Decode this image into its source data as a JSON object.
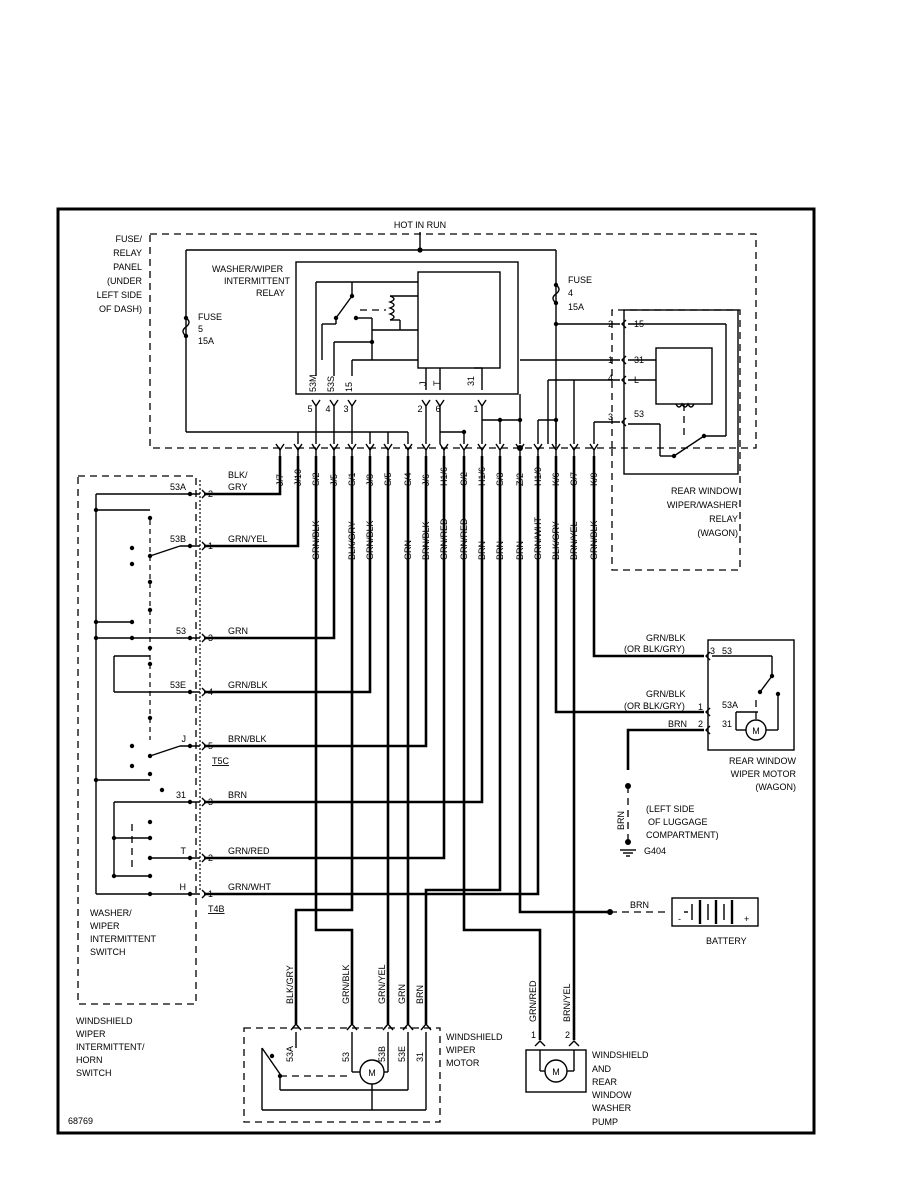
{
  "diagram": {
    "hot_in_run": "HOT IN RUN",
    "fuse_panel_label": [
      "FUSE/",
      "RELAY",
      "PANEL",
      "(UNDER",
      "LEFT SIDE",
      "OF DASH)"
    ],
    "fuse5": [
      "FUSE",
      "5",
      "15A"
    ],
    "fuse4": [
      "FUSE",
      "4",
      "15A"
    ],
    "intermittent_relay": [
      "WASHER/WIPER",
      "INTERMITTENT",
      "RELAY"
    ],
    "relay_pins": [
      "53M",
      "53S",
      "15",
      "J",
      "T",
      "31"
    ],
    "relay_pin_numbers": [
      "5",
      "4",
      "3",
      "2",
      "6",
      "1"
    ],
    "top_connectors": [
      "J/7",
      "J/10",
      "S/2",
      "J/5",
      "S/1",
      "J/8",
      "S/5",
      "S/4",
      "J/6",
      "H1/6",
      "C/2",
      "H1/6",
      "S/3",
      "Z/2",
      "H1/9",
      "K/6",
      "C/7",
      "K/9"
    ],
    "vertical_wires": [
      "GRN/BLK",
      "GRN/BLK",
      "GRY",
      "BLK/GRY",
      "GRN/BLK",
      "GRN",
      "BRN/BLK",
      "GRN/RED",
      "GRN/RED",
      "BRN",
      "BRN",
      "BRN",
      "GRN/WHT",
      "BLK/GRY",
      "BRN/YEL",
      "GRN/BLK"
    ],
    "rear_relay_pins": [
      {
        "num": "2",
        "term": "15"
      },
      {
        "num": "1",
        "term": "31"
      },
      {
        "num": "4",
        "term": "L"
      },
      {
        "num": "3",
        "term": "53"
      }
    ],
    "rear_relay_label": [
      "REAR WINDOW",
      "WIPER/WASHER",
      "RELAY",
      "(WAGON)"
    ],
    "switch5": [
      {
        "term": "53A",
        "pin": "2",
        "wire": "GRY",
        "wire_top": "BLK/"
      },
      {
        "term": "53B",
        "pin": "1",
        "wire": "GRN/YEL"
      },
      {
        "term": "53",
        "pin": "3",
        "wire": "GRN"
      },
      {
        "term": "53E",
        "pin": "4",
        "wire": "GRN/BLK"
      },
      {
        "term": "J",
        "pin": "5",
        "wire": "BRN/BLK"
      }
    ],
    "t5c": "T5C",
    "switch4": [
      {
        "term": "31",
        "pin": "3",
        "wire": "BRN"
      },
      {
        "term": "T",
        "pin": "2",
        "wire": "GRN/RED"
      },
      {
        "term": "H",
        "pin": "1",
        "wire": "GRN/WHT"
      }
    ],
    "t4b": "T4B",
    "switch_label": [
      "WASHER/",
      "WIPER",
      "INTERMITTENT",
      "SWITCH"
    ],
    "horn_switch_label": [
      "WINDSHIELD",
      "WIPER",
      "INTERMITTENT/",
      "HORN",
      "SWITCH"
    ],
    "rear_motor": {
      "wire1a": "GRN/BLK",
      "wire1b": "(OR BLK/GRY)",
      "pin1": "3",
      "term1": "53",
      "wire2a": "GRN/BLK",
      "wire2b": "(OR BLK/GRY)",
      "pin2": "1",
      "term2": "53A",
      "wire3": "BRN",
      "pin3": "2",
      "term3": "31",
      "motor": "M",
      "label": [
        "REAR WINDOW",
        "WIPER MOTOR",
        "(WAGON)"
      ]
    },
    "ground": {
      "wire": "BRN",
      "label": [
        "(LEFT SIDE",
        "OF LUGGAGE",
        "COMPARTMENT)"
      ],
      "id": "G404"
    },
    "battery": {
      "wire": "BRN",
      "label": "BATTERY",
      "minus": "-",
      "plus": "+"
    },
    "ws_motor": {
      "wires": [
        "BLK/GRY",
        "GRN/BLK",
        "GRN/YEL",
        "GRN",
        "BRN"
      ],
      "terms": [
        "53A",
        "53",
        "53B",
        "53E",
        "31"
      ],
      "motor": "M",
      "label": [
        "WINDSHIELD",
        "WIPER",
        "MOTOR"
      ]
    },
    "pump": {
      "wires": [
        "GRN/RED",
        "BRN/YEL"
      ],
      "pins": [
        "1",
        "2"
      ],
      "motor": "M",
      "label": [
        "WINDSHIELD",
        "AND",
        "REAR",
        "WINDOW",
        "WASHER",
        "PUMP"
      ]
    },
    "figure_number": "68769"
  }
}
